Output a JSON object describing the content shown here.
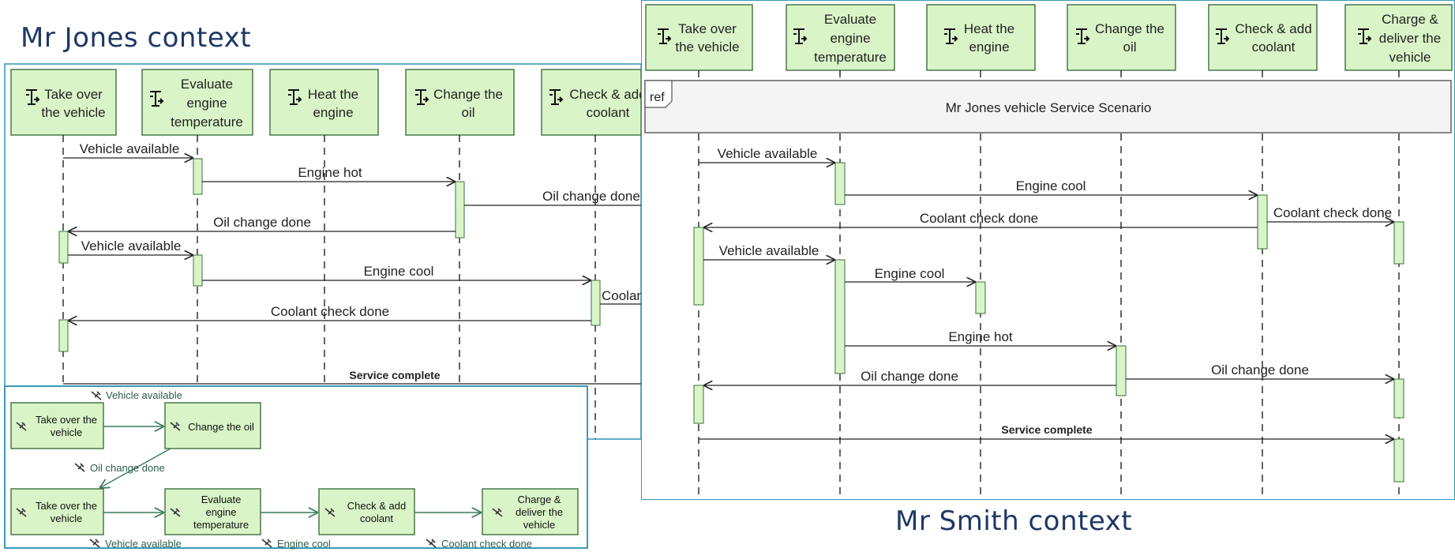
{
  "captions": {
    "left": "Mr Jones context",
    "right": "Mr Smith context"
  },
  "left_diagram": {
    "lifelines": [
      "Take over the vehicle",
      "Evaluate engine temperature",
      "Heat the engine",
      "Change the oil",
      "Check & add coolant"
    ],
    "messages": [
      "Vehicle available",
      "Engine hot",
      "Oil change done",
      "Oil change done",
      "Vehicle available",
      "Engine cool",
      "Coolant check done",
      "Coolant check done",
      "Service complete"
    ]
  },
  "flow_diagram": {
    "nodes": [
      "Take over the vehicle",
      "Change the oil",
      "Take over the vehicle",
      "Evaluate engine temperature",
      "Check & add coolant",
      "Charge & deliver the vehicle"
    ],
    "labels": [
      "Vehicle available",
      "Oil change done",
      "Vehicle available",
      "Engine cool",
      "Coolant check done"
    ]
  },
  "right_diagram": {
    "lifelines": [
      "Take over the vehicle",
      "Evaluate engine temperature",
      "Heat the engine",
      "Change the oil",
      "Check & add coolant",
      "Charge & deliver the vehicle"
    ],
    "ref_tag": "ref",
    "ref_label": "Mr Jones vehicle Service Scenario",
    "messages": [
      "Vehicle available",
      "Engine cool",
      "Coolant check done",
      "Coolant check done",
      "Vehicle available",
      "Engine cool",
      "Engine hot",
      "Oil change done",
      "Oil change done",
      "Service complete"
    ]
  },
  "colors": {
    "box_fill": "#d9f5c8",
    "box_stroke": "#3f6e3f",
    "frame": "#3a9ab8",
    "caption": "#1f3864"
  },
  "icons": {
    "lifeline": "task-icon",
    "flow": "event-icon"
  }
}
